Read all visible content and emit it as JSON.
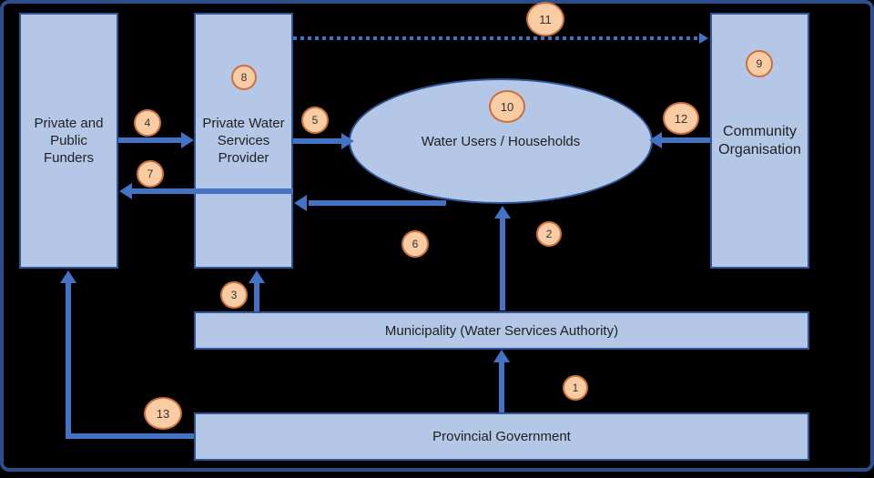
{
  "diagram": {
    "nodes": {
      "funders": {
        "label": "Private and\nPublic\nFunders"
      },
      "provider": {
        "label": "Private Water\nServices\nProvider"
      },
      "water_users": {
        "label": "Water Users / Households"
      },
      "community": {
        "label": "Community\nOrganisation"
      },
      "municipality": {
        "label": "Municipality (Water Services Authority)"
      },
      "provincial": {
        "label": "Provincial Government"
      }
    },
    "markers": {
      "n1": "1",
      "n2": "2",
      "n3": "3",
      "n4": "4",
      "n5": "5",
      "n6": "6",
      "n7": "7",
      "n8": "8",
      "n9": "9",
      "n10": "10",
      "n11": "11",
      "n12": "12",
      "n13": "13"
    },
    "edges": [
      {
        "marker": "1",
        "from": "provincial",
        "to": "municipality",
        "style": "solid",
        "direction": "up"
      },
      {
        "marker": "2",
        "from": "municipality",
        "to": "water_users",
        "style": "solid",
        "direction": "up"
      },
      {
        "marker": "3",
        "from": "municipality",
        "to": "provider",
        "style": "solid",
        "direction": "up"
      },
      {
        "marker": "4",
        "from": "funders",
        "to": "provider",
        "style": "solid",
        "direction": "right"
      },
      {
        "marker": "5",
        "from": "provider",
        "to": "water_users",
        "style": "solid",
        "direction": "right"
      },
      {
        "marker": "6",
        "from": "water_users",
        "to": "provider",
        "style": "solid",
        "direction": "left"
      },
      {
        "marker": "7",
        "from": "provider",
        "to": "funders",
        "style": "solid",
        "direction": "left"
      },
      {
        "marker": "11",
        "from": "provider",
        "to": "community",
        "style": "dotted",
        "direction": "right"
      },
      {
        "marker": "12",
        "from": "community",
        "to": "water_users",
        "style": "solid",
        "direction": "left"
      },
      {
        "marker": "13",
        "from": "provincial",
        "to": "funders",
        "style": "solid",
        "direction": "elbow-up"
      }
    ],
    "colors": {
      "node_fill": "#b4c7e7",
      "node_border": "#2f5597",
      "arrow": "#4472c4",
      "marker_fill": "#f9cca4",
      "marker_border": "#c9703d",
      "frame": "#2c4e8a",
      "background": "#000000",
      "text": "#1f1f1f"
    }
  }
}
